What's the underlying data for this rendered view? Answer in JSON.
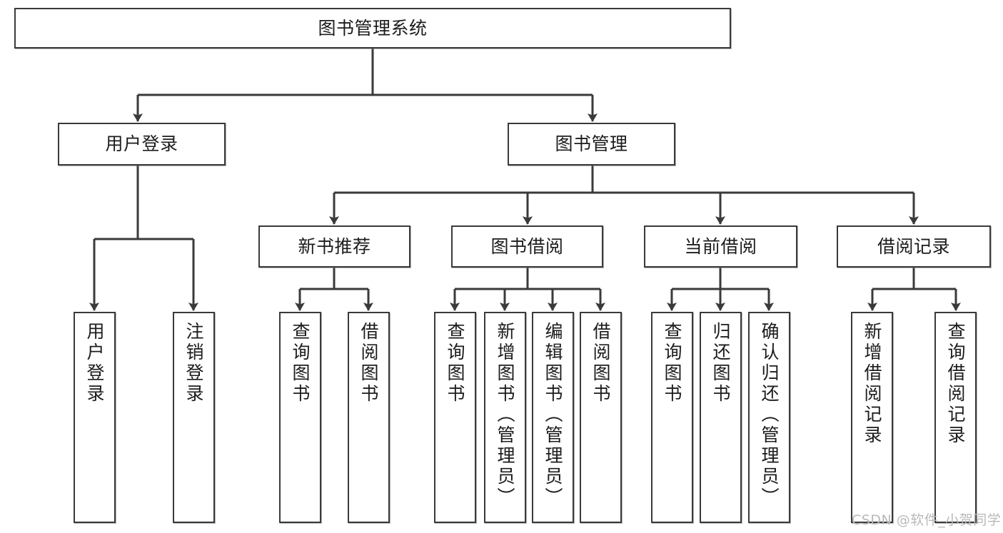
{
  "diagram": {
    "type": "tree",
    "title": "图书管理系统",
    "watermark": "CSDN @软件_小贺同学",
    "colors": {
      "box_border": "#3a3a3a",
      "box_fill": "#ffffff",
      "connector": "#3a3a3a",
      "text": "#1c1c1c",
      "watermark": "#b9b9b9",
      "background": "#ffffff"
    },
    "nodes": {
      "root": {
        "label": "图书管理系统"
      },
      "level2": [
        {
          "id": "user-login",
          "label": "用户登录"
        },
        {
          "id": "book-management",
          "label": "图书管理"
        }
      ],
      "level3": [
        {
          "id": "new-book-recommend",
          "label": "新书推荐"
        },
        {
          "id": "book-borrow",
          "label": "图书借阅"
        },
        {
          "id": "current-borrow",
          "label": "当前借阅"
        },
        {
          "id": "borrow-record",
          "label": "借阅记录"
        }
      ],
      "leaves": {
        "user-login": [
          {
            "id": "leaf-user-login",
            "label": "用户登录"
          },
          {
            "id": "leaf-logout-login",
            "label": "注销登录"
          }
        ],
        "new-book-recommend": [
          {
            "id": "leaf-query-book-1",
            "label": "查询图书"
          },
          {
            "id": "leaf-borrow-book-1",
            "label": "借阅图书"
          }
        ],
        "book-borrow": [
          {
            "id": "leaf-query-book-2",
            "label": "查询图书"
          },
          {
            "id": "leaf-add-book",
            "label": "新增图书（管理员）"
          },
          {
            "id": "leaf-edit-book",
            "label": "编辑图书（管理员）"
          },
          {
            "id": "leaf-borrow-book-2",
            "label": "借阅图书"
          }
        ],
        "current-borrow": [
          {
            "id": "leaf-query-book-3",
            "label": "查询图书"
          },
          {
            "id": "leaf-return-book",
            "label": "归还图书"
          },
          {
            "id": "leaf-confirm-return",
            "label": "确认归还（管理员）"
          }
        ],
        "borrow-record": [
          {
            "id": "leaf-add-record",
            "label": "新增借阅记录"
          },
          {
            "id": "leaf-query-record",
            "label": "查询借阅记录"
          }
        ]
      }
    }
  }
}
